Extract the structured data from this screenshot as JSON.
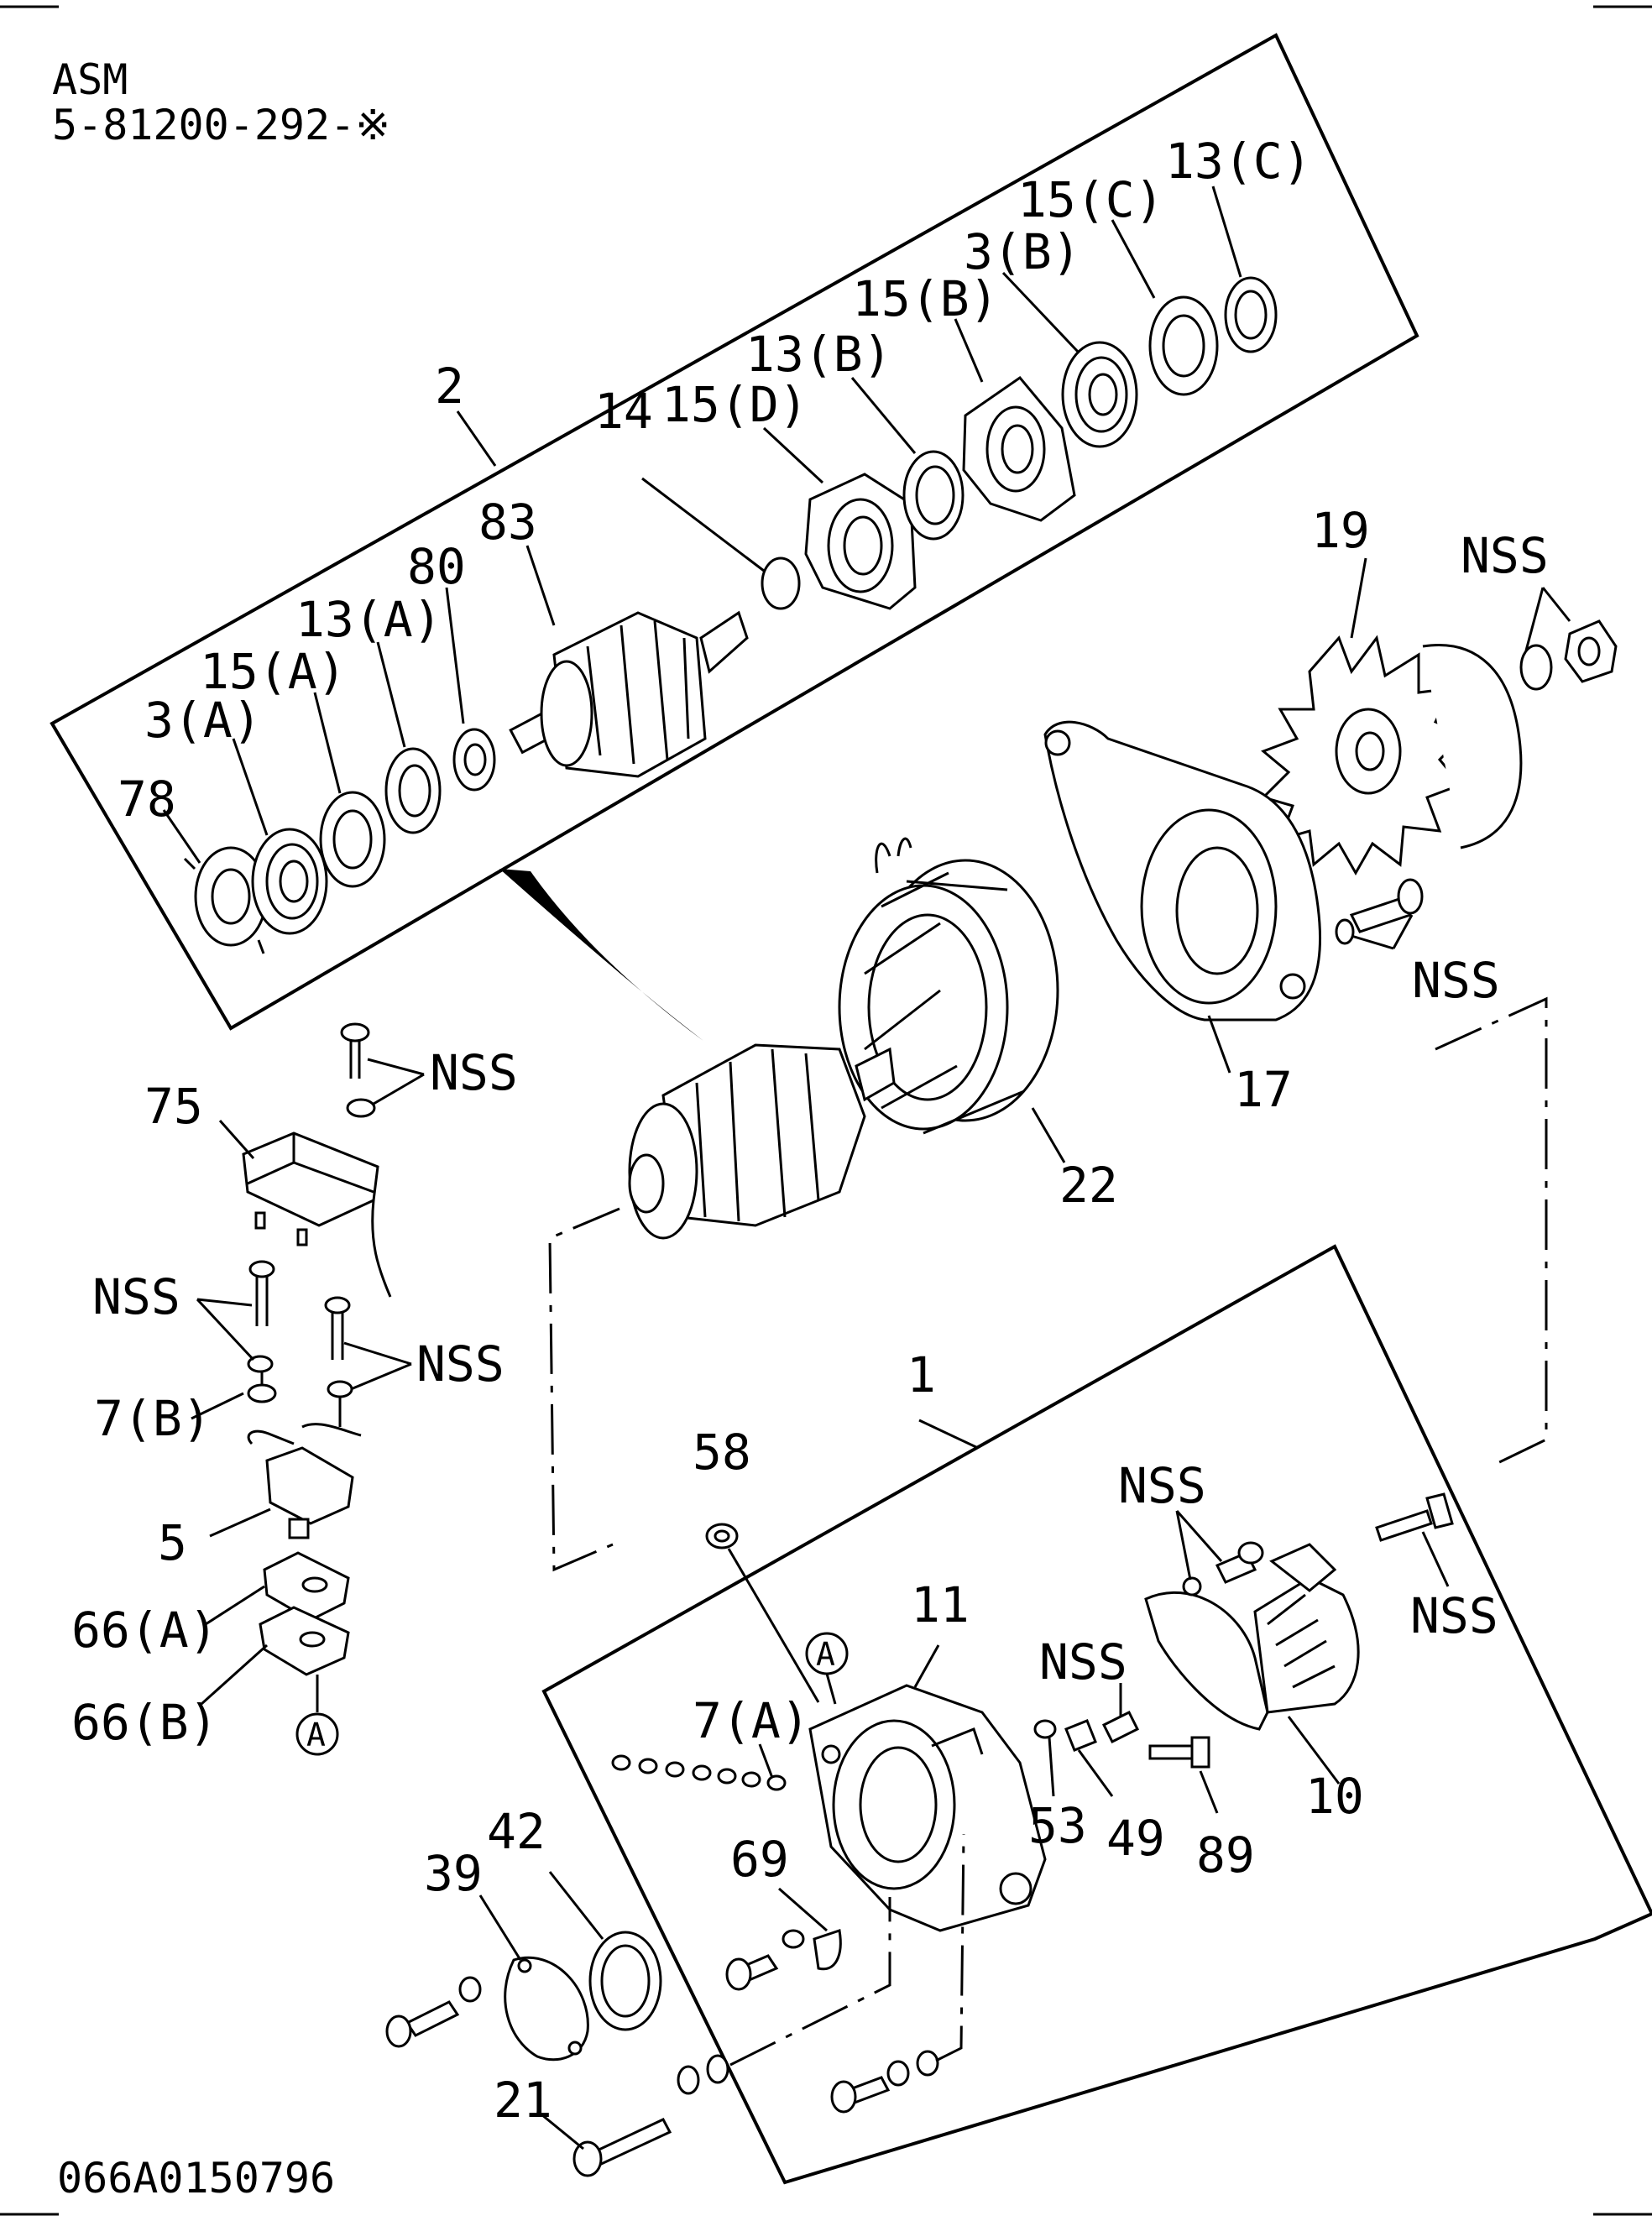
{
  "header": {
    "line1": "ASM",
    "line2": "5-81200-292-※"
  },
  "footer": {
    "code": "066A0150796"
  },
  "callouts": {
    "p2": "2",
    "p83": "83",
    "p14": "14",
    "p15D": "15(D)",
    "p13B": "13(B)",
    "p15B": "15(B)",
    "p3B": "3(B)",
    "p15C": "15(C)",
    "p13C": "13(C)",
    "p80": "80",
    "p13A": "13(A)",
    "p15A": "15(A)",
    "p3A": "3(A)",
    "p78": "78",
    "p19": "19",
    "nss_nut": "NSS",
    "nss_bolt17": "NSS",
    "p17": "17",
    "p22": "22",
    "p75": "75",
    "nss_75": "NSS",
    "nss_left": "NSS",
    "nss_left2": "NSS",
    "p7B": "7(B)",
    "p5": "5",
    "p66A": "66(A)",
    "p66B": "66(B)",
    "markA1": "A",
    "p1": "1",
    "p58": "58",
    "markA2": "A",
    "p11": "11",
    "nss_10a": "NSS",
    "nss_10b": "NSS",
    "p7A": "7(A)",
    "nss_49": "NSS",
    "p53": "53",
    "p49": "49",
    "p89": "89",
    "p10": "10",
    "p69": "69",
    "p42": "42",
    "p39": "39",
    "p21": "21"
  }
}
